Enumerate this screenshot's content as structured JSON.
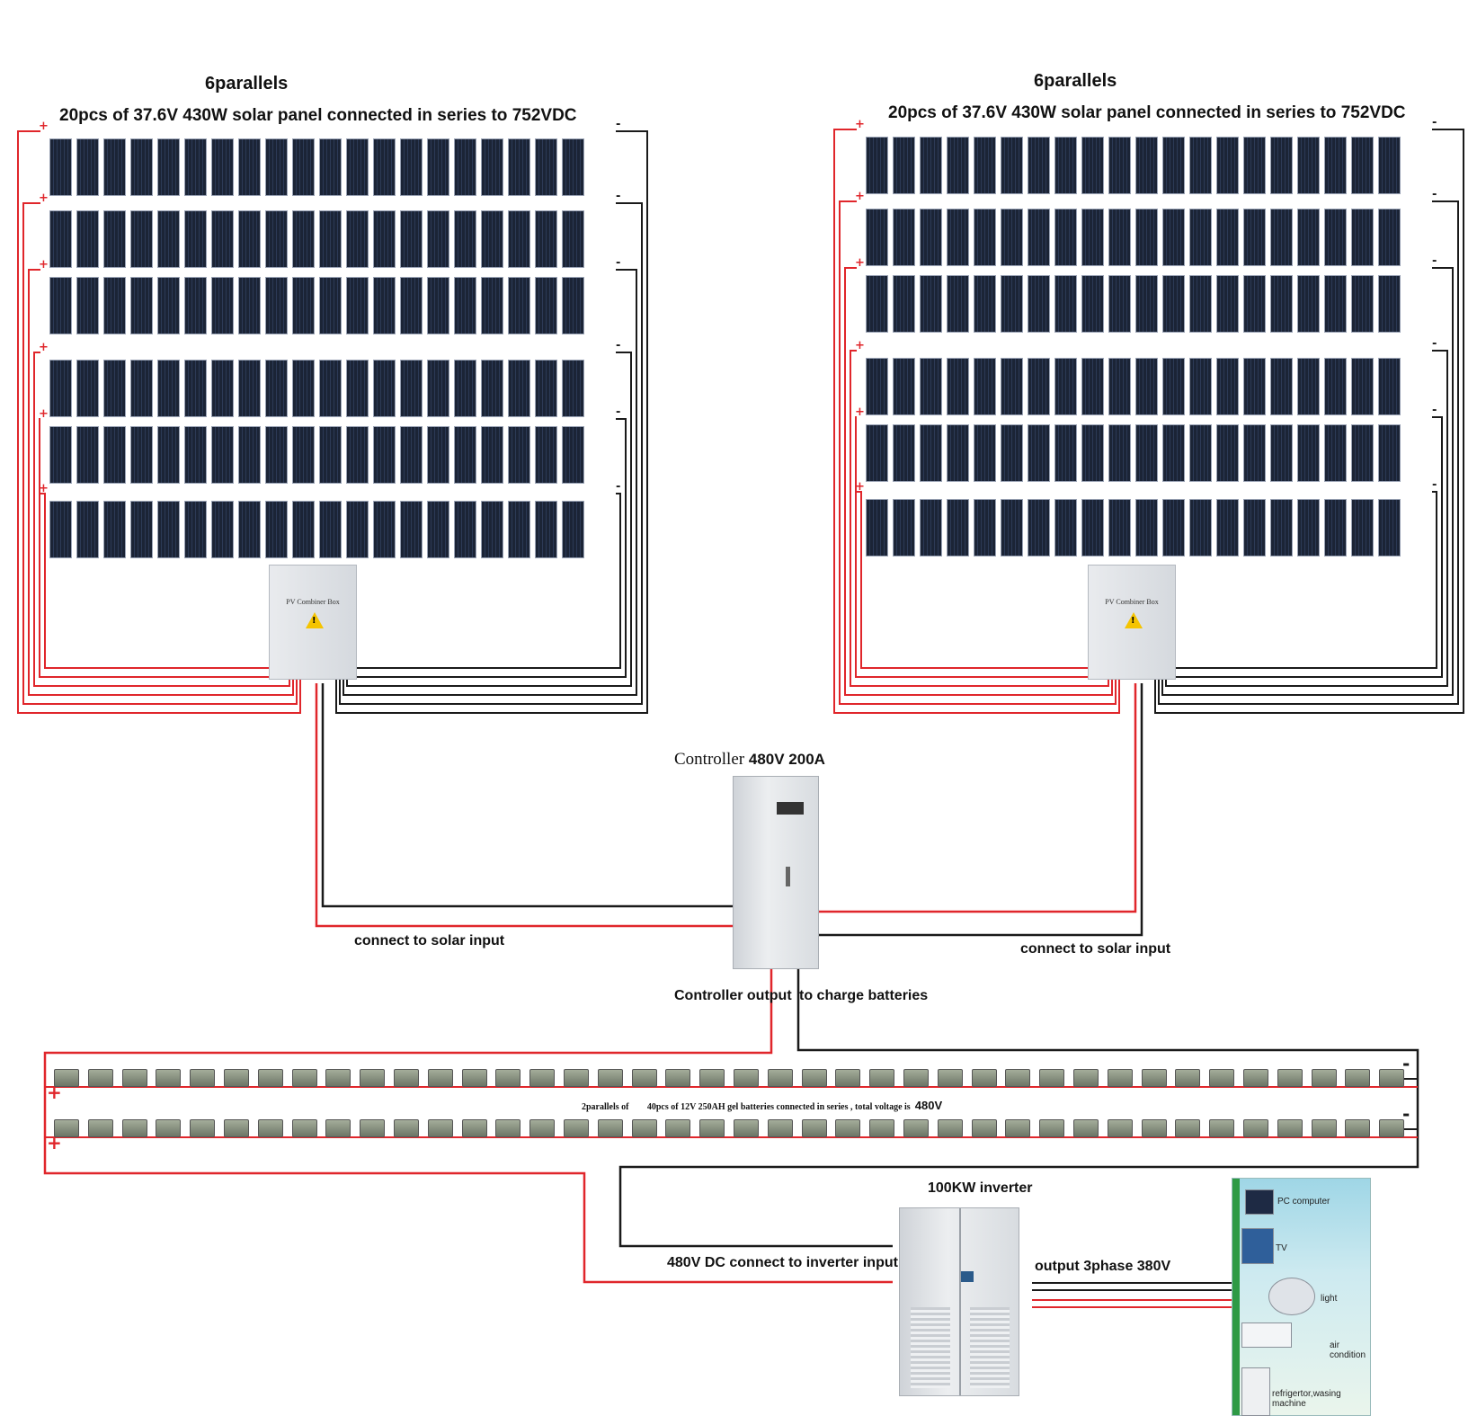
{
  "left_array": {
    "parallels_label": "6parallels",
    "series_label": "20pcs of 37.6V 430W solar panel connected in series to 752VDC",
    "combiner_label": "PV Combiner Box"
  },
  "right_array": {
    "parallels_label": "6parallels",
    "series_label": "20pcs of 37.6V 430W solar panel connected in series to 752VDC",
    "combiner_label": "PV Combiner Box"
  },
  "controller": {
    "label_prefix": "Controller",
    "label_rating": "480V 200A"
  },
  "labels": {
    "solar_input_left": "connect to solar input",
    "solar_input_right": "connect to solar input",
    "controller_output": "Controller output",
    "charge_batteries": "to charge batteries",
    "battery_bank_prefix": "2parallels of",
    "battery_bank_detail": "40pcs of 12V 250AH gel batteries connected in series ,  total voltage is",
    "battery_bank_voltage": "480V",
    "inverter": "100KW inverter",
    "inverter_input": "480V DC connect to inverter input",
    "inverter_output": "output 3phase 380V"
  },
  "loads": [
    {
      "label": "PC computer"
    },
    {
      "label": "TV"
    },
    {
      "label": "light"
    },
    {
      "label": "air condition"
    },
    {
      "label": "refrigertor,wasing machine"
    }
  ],
  "colors": {
    "positive_wire": "#e0262b",
    "negative_wire": "#1a1a1a"
  }
}
